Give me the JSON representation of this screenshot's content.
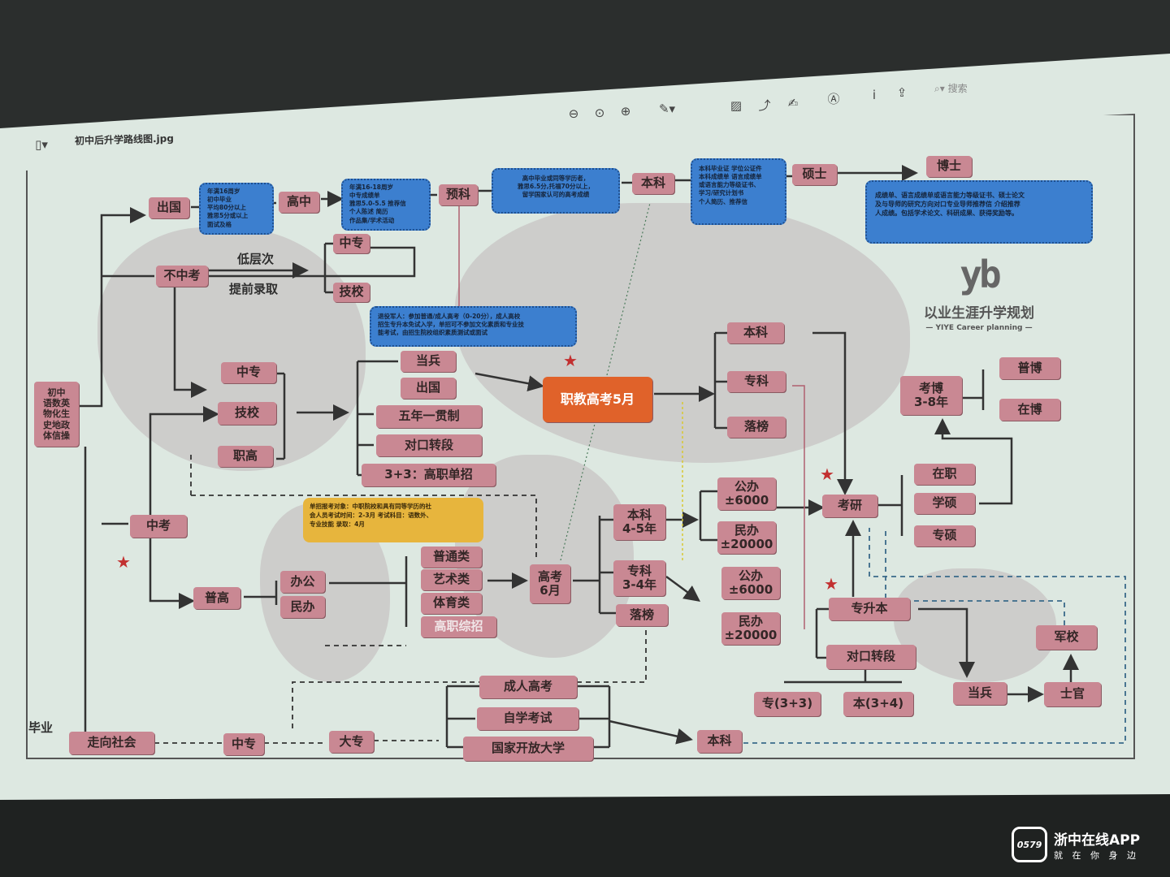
{
  "window": {
    "filename": "初中后升学路线图.jpg",
    "search_placeholder": "搜索",
    "toolbar_icons": [
      "zoom-out-icon",
      "zoom-fit-icon",
      "zoom-in-icon",
      "markup-pen-icon",
      "crop-icon",
      "rotate-icon",
      "sign-icon",
      "annotate-icon",
      "info-icon",
      "share-icon"
    ]
  },
  "nodes": {
    "chuguo_top": "出国",
    "gaozhong": "高中",
    "yuke": "预科",
    "benke_top": "本科",
    "shuoshi": "硕士",
    "boshi": "博士",
    "buzhongkao": "不中考",
    "dicengci": "低层次",
    "tiqian": "提前录取",
    "zhongzhuan_top": "中专",
    "jixiao_top": "技校",
    "chuzhong": "初中\n语数英\n物化生\n史地政\n体信操",
    "zhongzhuan": "中专",
    "jixiao": "技校",
    "zhigao": "职高",
    "dangbing": "当兵",
    "chuguo": "出国",
    "wunian": "五年一贯制",
    "duikou": "对口转段",
    "sanjiasan": "3+3：高职单招",
    "zhijiao": "职教高考5月",
    "benke_r": "本科",
    "zhuanke_r": "专科",
    "luobang_r": "落榜",
    "kaobo": "考博\n3-8年",
    "pubo": "普博",
    "zaibo": "在博",
    "zaizhi": "在职",
    "xueshuo": "学硕",
    "zhuanshuo": "专硕",
    "kaoyan": "考研",
    "gongban1": "公办\n±6000",
    "minban1": "民办\n±20000",
    "benke45": "本科\n4-5年",
    "zhuanke34": "专科\n3-4年",
    "luobang": "落榜",
    "gaokao": "高考\n6月",
    "gongban2": "公办\n±6000",
    "minban2": "民办\n±20000",
    "zhuanshengben": "专升本",
    "duikou2": "对口转段",
    "zhuan33": "专(3+3)",
    "ben34": "本(3+4)",
    "junxiao": "军校",
    "dangbing2": "当兵",
    "shiguan": "士官",
    "zhongkao": "中考",
    "pugao": "普高",
    "banggong": "办公",
    "minban": "民办",
    "putong": "普通类",
    "yishu": "艺术类",
    "tiyu": "体育类",
    "gaozhi": "高职综招",
    "chengren": "成人高考",
    "zixue": "自学考试",
    "kaifang": "国家开放大学",
    "biye": "毕业",
    "zouxiang": "走向社会",
    "zhongzhuan_b": "中专",
    "dazhuan": "大专",
    "benke_b": "本科"
  },
  "notes": {
    "chuguo": "年满16周岁\n初中毕业\n平均80分以上\n雅思5分或以上\n面试及格",
    "gaozhong": "年满16-18周岁\n中专成绩单\n雅思5.0-5.5 推荐信\n个人陈述 简历\n作品集/学术活动",
    "yuke": "高中毕业或同等学历者，\n雅思6.5分,托福70分以上，\n留学国家认可的高考成绩",
    "benke": "本科毕业证 学位公证件\n本科成绩单 语言成绩单\n或语言能力等级证书、\n学习/研究计划书\n个人简历、推荐信",
    "shuoshi": "成绩单、语言成绩单或语言能力等级证书、硕士论文\n及与导师的研究方向对口专业导师推荐信  介绍推荐\n人成绩。包括学术论文、科研成果、获得奖励等。",
    "tuiyi": "退役军人：参加普通/成人高考（0-20分），成人高校\n招生专升本免试入学，单招可不参加文化素质和专业技\n能考试，由招生院校组织素质测试或面试",
    "danzhao": "单招报考对象：中职院校和具有同等学历的社\n会人员考试时间：2-3月  考试科目：语数外、\n专业技能  录取：4月"
  },
  "logo": {
    "mark": "yb",
    "name": "以业生涯升学规划",
    "subtitle": "— YIYE Career planning —"
  },
  "watermark": {
    "badge": "0579",
    "name": "浙中在线APP",
    "slogan": "就 在 你 身 边"
  },
  "colors": {
    "node": "#c98893",
    "orange": "#e0622a",
    "blue": "#3c7fcf",
    "yellow": "#e7b53d",
    "star": "#c23030"
  }
}
